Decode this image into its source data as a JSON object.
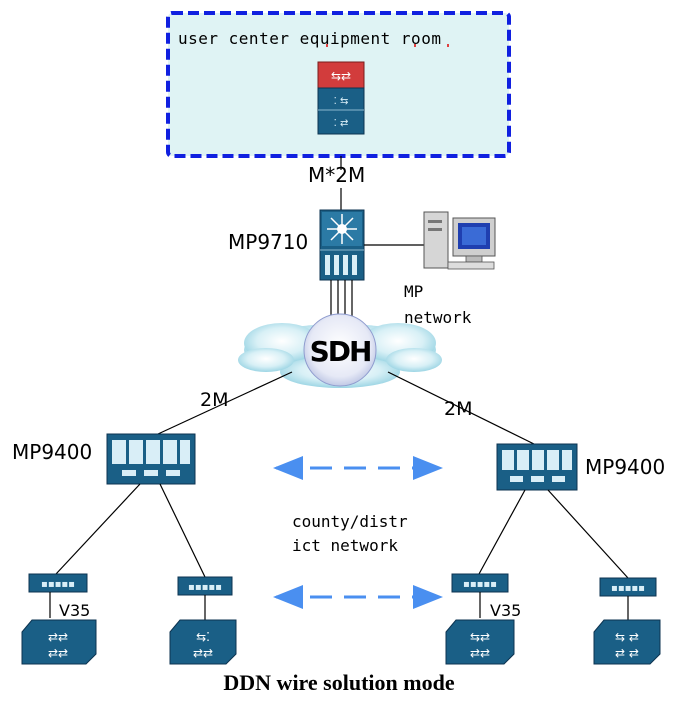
{
  "diagram": {
    "room_label": "user center equipment room",
    "uplink_label": "M*2M",
    "core_switch_label": "MP9710",
    "network_mgmt_label_line1": "MP",
    "network_mgmt_label_line2": "network",
    "cloud_label": "SDH",
    "link_left_label": "2M",
    "link_right_label": "2M",
    "node_left_label": "MP9400",
    "node_right_label": "MP9400",
    "county_label_line1": "county/distr",
    "county_label_line2": "ict network",
    "v35_left_label": "V35",
    "v35_right_label": "V35",
    "caption": "DDN wire solution mode"
  },
  "colors": {
    "room_border": "#1020e0",
    "room_fill": "#dff3f4",
    "device_blue": "#1a5f86",
    "device_red": "#d23c3c",
    "arrow_blue": "#4a8ff0",
    "cloud_fill": "#bfe6ee"
  }
}
